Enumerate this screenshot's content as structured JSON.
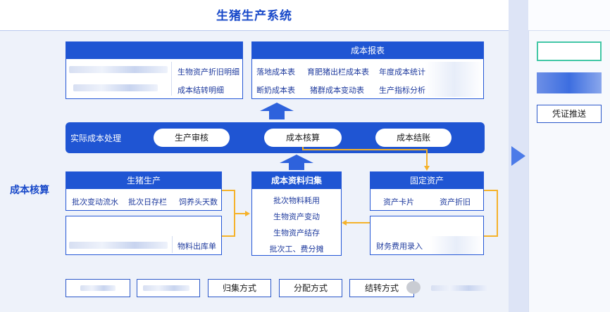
{
  "header": {
    "title": "生猪生产系统"
  },
  "side_label": "成本核算",
  "cost_detail_panel": {
    "items": [
      "生物资产折旧明细",
      "成本结转明细"
    ]
  },
  "cost_report": {
    "title": "成本报表",
    "items": [
      "落地成本表",
      "育肥猪出栏成本表",
      "年度成本统计",
      "断奶成本表",
      "猪群成本变动表",
      "生产指标分析"
    ]
  },
  "actual_cost": {
    "label": "实际成本处理",
    "steps": [
      "生产审核",
      "成本核算",
      "成本结账"
    ]
  },
  "pig_production": {
    "title": "生猪生产",
    "items": [
      "批次变动流水",
      "批次日存栏",
      "饲养头天数"
    ]
  },
  "material_panel": {
    "items": [
      "物料出库单"
    ]
  },
  "cost_collection": {
    "title": "成本资料归集",
    "items": [
      "批次物料耗用",
      "生物资产变动",
      "生物资产结存",
      "批次工、费分摊"
    ]
  },
  "fixed_assets": {
    "title": "固定资产",
    "items": [
      "资产卡片",
      "资产折旧"
    ]
  },
  "finance_panel": {
    "items": [
      "财务费用录入"
    ]
  },
  "bottom": {
    "buttons": [
      "归集方式",
      "分配方式",
      "结转方式"
    ]
  },
  "right_panel": {
    "voucher": "凭证推送"
  },
  "colors": {
    "primary": "#1f55d3",
    "accent": "#f5b22a",
    "title": "#1748c9"
  }
}
